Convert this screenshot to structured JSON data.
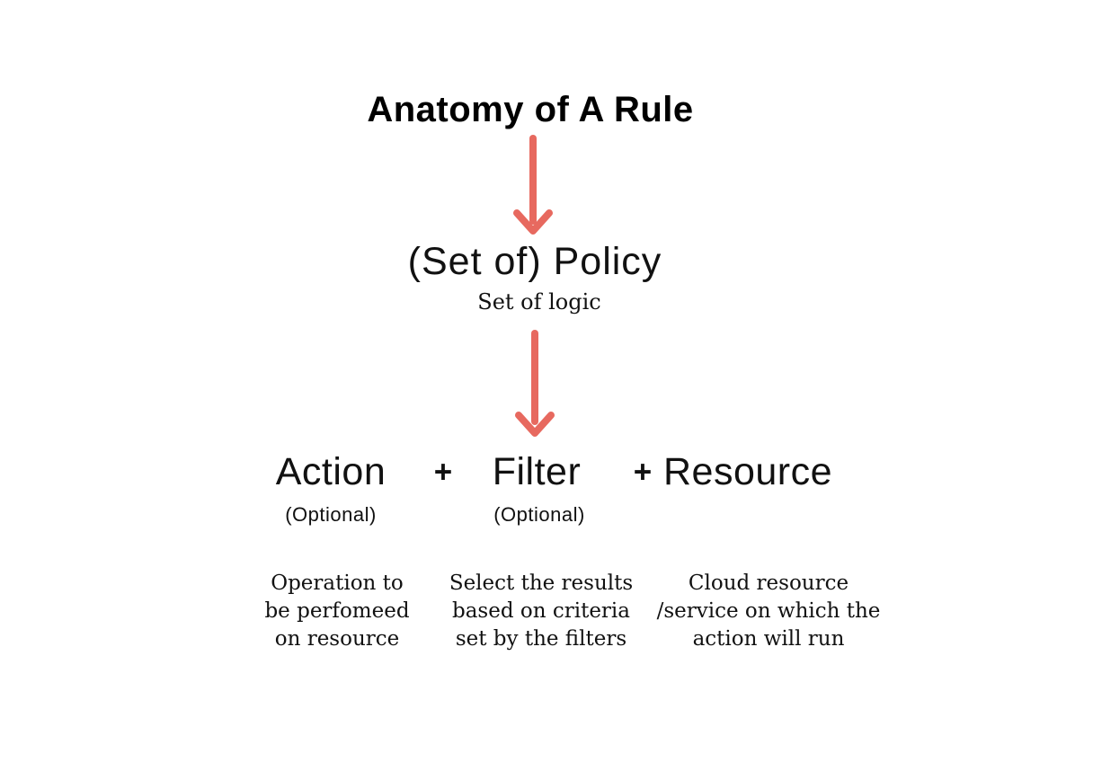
{
  "diagram": {
    "title": "Anatomy of A Rule",
    "policy": {
      "label": "(Set of) Policy",
      "sublabel": "Set of logic"
    },
    "plus_sign": "+",
    "action": {
      "label": "Action",
      "optional": "(Optional)",
      "desc_lines": [
        "Operation to",
        "be perfomeed",
        "on resource"
      ]
    },
    "filter": {
      "label": "Filter",
      "optional": "(Optional)",
      "desc_lines": [
        "Select the results",
        "based on criteria",
        "set by the filters"
      ]
    },
    "resource": {
      "label": "Resource",
      "desc_lines": [
        "Cloud resource",
        "/service on which the",
        "action will run"
      ]
    }
  },
  "colors": {
    "arrow": "#e7695f",
    "text": "#111111",
    "background": "#ffffff"
  }
}
